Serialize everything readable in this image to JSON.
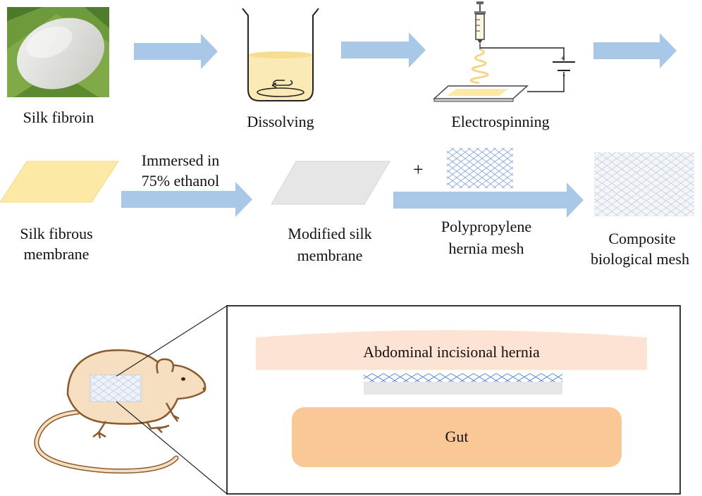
{
  "steps": {
    "silk_fibroin": "Silk fibroin",
    "dissolving": "Dissolving",
    "electrospinning": "Electrospinning",
    "silk_fibrous_membrane_1": "Silk fibrous",
    "silk_fibrous_membrane_2": "membrane",
    "immersed_1": "Immersed in",
    "immersed_2": "75% ethanol",
    "modified_1": "Modified silk",
    "modified_2": "membrane",
    "polypropylene_1": "Polypropylene",
    "polypropylene_2": "hernia mesh",
    "composite_1": "Composite",
    "composite_2": "biological mesh"
  },
  "symbols": {
    "plus": "+",
    "battery_plus": "+",
    "battery_minus": "-"
  },
  "inset": {
    "hernia_label": "Abdominal incisional hernia",
    "gut_label": "Gut"
  },
  "colors": {
    "arrow": "#a9c8e8",
    "membrane": "#fde9a6",
    "modified_membrane": "#e6e6e6",
    "hernia": "#fde3d3",
    "gut": "#fac797",
    "mesh_line": "#6a95d0",
    "rat_fill": "#f6dfc1",
    "rat_outline": "#8a5a2c"
  }
}
